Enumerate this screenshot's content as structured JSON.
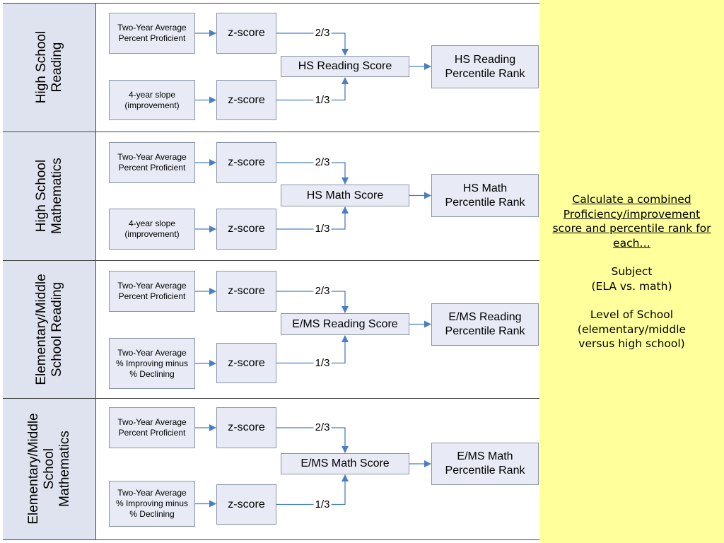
{
  "rows": [
    {
      "label": "High School\nReading",
      "inputs": [
        "Two-Year Average\nPercent Proficient",
        "4-year slope\n(improvement)"
      ],
      "zscore": "z-score",
      "weights": [
        "2/3",
        "1/3"
      ],
      "score": "HS Reading Score",
      "rank": "HS Reading\nPercentile Rank"
    },
    {
      "label": "High School\nMathematics",
      "inputs": [
        "Two-Year Average\nPercent Proficient",
        "4-year slope\n(improvement)"
      ],
      "zscore": "z-score",
      "weights": [
        "2/3",
        "1/3"
      ],
      "score": "HS Math Score",
      "rank": "HS Math\nPercentile Rank"
    },
    {
      "label": "Elementary/Middle\nSchool Reading",
      "inputs": [
        "Two-Year Average\nPercent Proficient",
        "Two-Year Average\n% Improving minus\n% Declining"
      ],
      "zscore": "z-score",
      "weights": [
        "2/3",
        "1/3"
      ],
      "score": "E/MS Reading Score",
      "rank": "E/MS Reading\nPercentile Rank"
    },
    {
      "label": "Elementary/Middle\nSchool\nMathematics",
      "inputs": [
        "Two-Year Average\nPercent Proficient",
        "Two-Year Average\n% Improving minus\n% Declining"
      ],
      "zscore": "z-score",
      "weights": [
        "2/3",
        "1/3"
      ],
      "score": "E/MS Math Score",
      "rank": "E/MS Math\nPercentile Rank"
    }
  ],
  "sidebar": {
    "heading": "Calculate a combined Proficiency/improvement score and percentile rank for each…",
    "subject": "Subject\n(ELA vs. math)",
    "level": "Level of School\n(elementary/middle\nversus high school)"
  },
  "colors": {
    "box_fill": "#e8ebf5",
    "label_fill": "#dfe3ef",
    "sidebar_fill": "#ffff9b",
    "arrow": "#4a7ec2"
  }
}
